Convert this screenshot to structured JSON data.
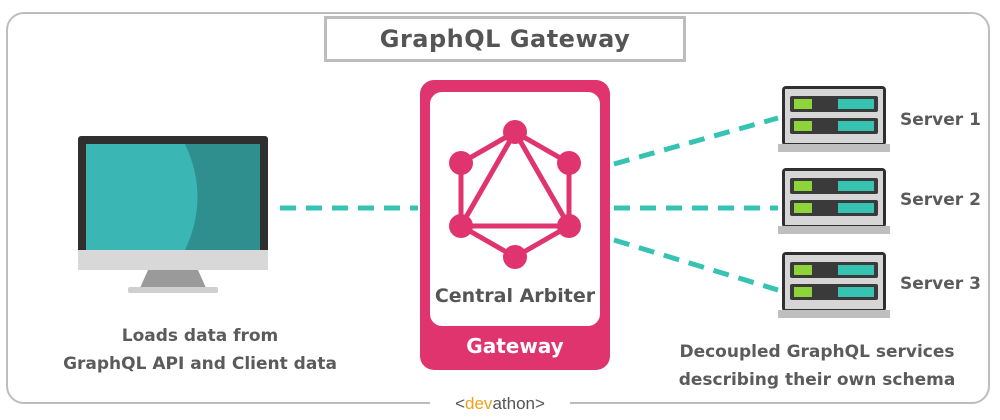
{
  "title": "GraphQL Gateway",
  "client": {
    "caption_line1": "Loads data from",
    "caption_line2": "GraphQL API and Client data"
  },
  "gateway": {
    "arbiter_label": "Central Arbiter",
    "gateway_label": "Gateway"
  },
  "servers": [
    {
      "label": "Server 1"
    },
    {
      "label": "Server 2"
    },
    {
      "label": "Server 3"
    }
  ],
  "servers_caption": {
    "line1": "Decoupled GraphQL services",
    "line2": "describing their own schema"
  },
  "brand": {
    "prefix": "<",
    "accent": "dev",
    "rest": "athon",
    "suffix": ">"
  },
  "colors": {
    "accent_pink": "#e0346e",
    "connector_teal": "#36c3b2",
    "screen_teal": "#3ab6b4",
    "frame_gray": "#bdbdbd",
    "brand_orange": "#f0a018"
  },
  "icons": [
    "desktop-monitor-icon",
    "graphql-logo-icon",
    "server-rack-icon"
  ]
}
